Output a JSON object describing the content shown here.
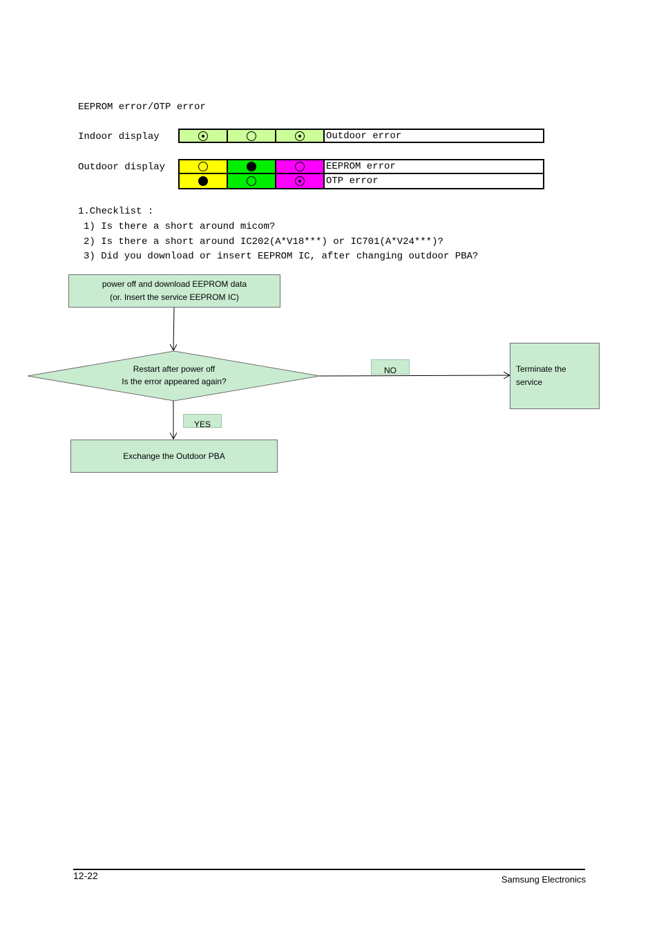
{
  "title": "EEPROM error/OTP error",
  "indoor": {
    "label": "Indoor display",
    "leds": [
      {
        "state": "blink",
        "color": "#ccff99"
      },
      {
        "state": "off",
        "color": "#ccff99"
      },
      {
        "state": "blink",
        "color": "#ccff99"
      }
    ],
    "description": "Outdoor error"
  },
  "outdoor": {
    "label": "Outdoor display",
    "rows": [
      {
        "leds": [
          {
            "state": "off",
            "color": "#ffff00"
          },
          {
            "state": "on",
            "color": "#00ee00"
          },
          {
            "state": "off",
            "color": "#ff00ff"
          }
        ],
        "description": "EEPROM error"
      },
      {
        "leds": [
          {
            "state": "on",
            "color": "#ffff00"
          },
          {
            "state": "off",
            "color": "#00ee00"
          },
          {
            "state": "blink",
            "color": "#ff00ff"
          }
        ],
        "description": "OTP error"
      }
    ]
  },
  "checklist": {
    "heading": "1.Checklist :",
    "items": [
      "1) Is there a short around micom?",
      "2) Is there a short around IC202(A*V18***) or IC701(A*V24***)?",
      "3) Did you download or insert EEPROM IC, after changing outdoor PBA?"
    ]
  },
  "flowchart": {
    "start": {
      "line1": "power off and download EEPROM data",
      "line2": "(or. Insert the service EEPROM IC)"
    },
    "decision": {
      "line1": "Restart after power off",
      "line2": "Is the error appeared again?"
    },
    "no_label": "NO",
    "yes_label": "YES",
    "terminate": {
      "line1": "Terminate the",
      "line2": "service"
    },
    "exchange": "Exchange the  Outdoor PBA"
  },
  "footer": {
    "page_number": "12-22",
    "company": "Samsung Electronics"
  }
}
